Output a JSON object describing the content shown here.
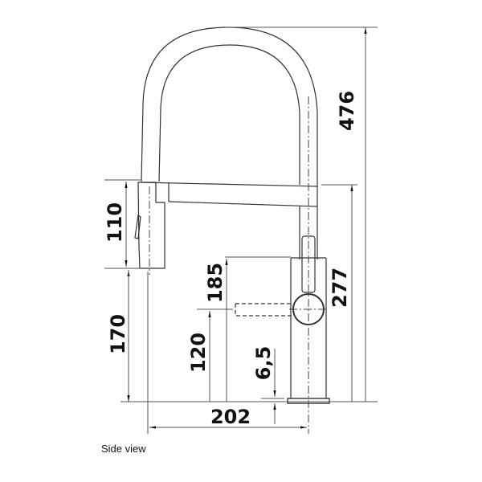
{
  "caption": "Side view",
  "dimensions": {
    "overall_height": "476",
    "spout_height": "277",
    "spray_head_length": "110",
    "spray_head_clearance": "170",
    "lever_height": "185",
    "lever_axis_height": "120",
    "base_thickness": "6,5",
    "reach": "202"
  },
  "colors": {
    "line": "#333333",
    "dim": "#555555",
    "text": "#111111",
    "background": "#ffffff"
  }
}
